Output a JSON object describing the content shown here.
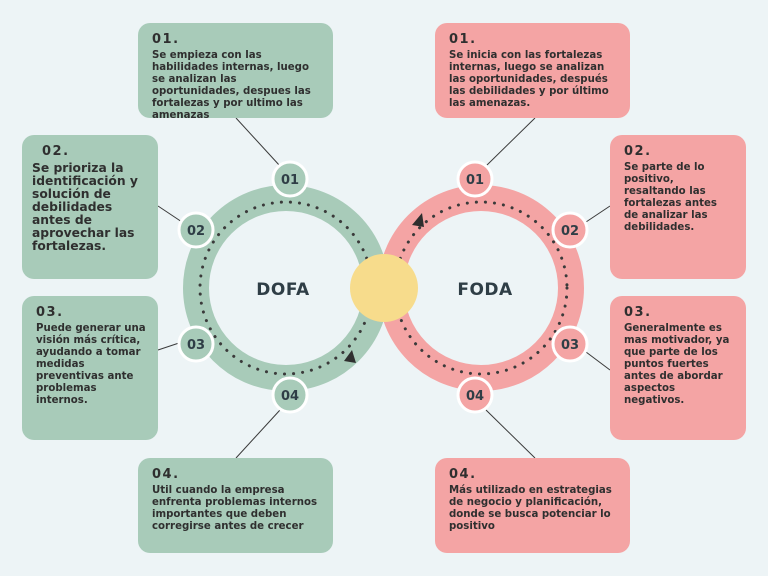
{
  "dofa": {
    "title": "DOFA",
    "color": "#a8cbb9",
    "nodes": [
      "01",
      "02",
      "03",
      "04"
    ],
    "boxes": [
      {
        "num": "01.",
        "text": "Se empieza con las habilidades internas, luego se analizan las oportunidades, despues las fortalezas y por ultimo las amenazas"
      },
      {
        "num": "02.",
        "text": "Se prioriza la identificación y solución de debilidades antes de aprovechar las fortalezas."
      },
      {
        "num": "03.",
        "text": "Puede generar una visión más crítica, ayudando a tomar medidas preventivas ante problemas internos."
      },
      {
        "num": "04.",
        "text": "Util cuando la empresa enfrenta problemas internos importantes que deben corregirse antes de crecer"
      }
    ]
  },
  "foda": {
    "title": "FODA",
    "color": "#f4a4a4",
    "nodes": [
      "01",
      "02",
      "03",
      "04"
    ],
    "boxes": [
      {
        "num": "01.",
        "text": "Se inicia con las fortalezas internas, luego se analizan las oportunidades, después las debilidades y por último las amenazas."
      },
      {
        "num": "02.",
        "text": "Se parte de lo positivo, resaltando las fortalezas antes de analizar las debilidades."
      },
      {
        "num": "03.",
        "text": "Generalmente es mas motivador, ya que parte de los puntos fuertes antes de abordar aspectos negativos."
      },
      {
        "num": "04.",
        "text": "Más utilizado en estrategias de negocio y planificación, donde se busca potenciar lo positivo"
      }
    ]
  },
  "center_color": "#f7dc8c"
}
